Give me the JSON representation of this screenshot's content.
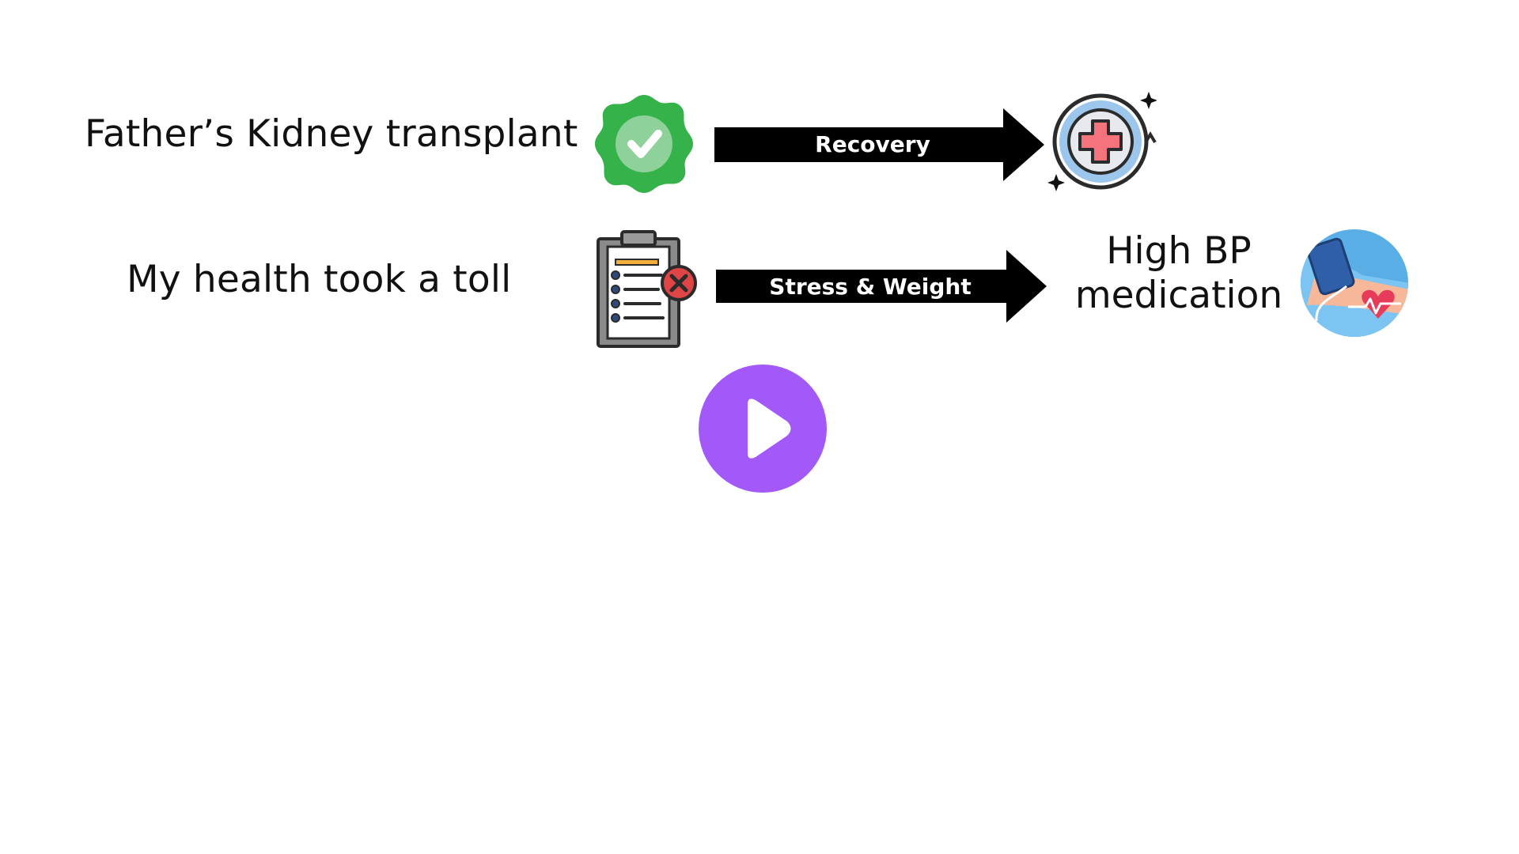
{
  "rows": [
    {
      "label": "Father’s Kidney transplant",
      "arrow_label": "Recovery",
      "outcome_text": ""
    },
    {
      "label": "My health took a toll",
      "arrow_label": "Stress & Weight",
      "outcome_text": "High BP medication"
    }
  ],
  "icons": {
    "row1_start": "check-badge-icon",
    "row1_end": "medical-cross-icon",
    "row2_start": "clipboard-x-icon",
    "row2_end": "blood-pressure-monitor-icon",
    "play": "play-icon"
  },
  "colors": {
    "arrow": "#000000",
    "arrow_text": "#ffffff",
    "check_green": "#35b34a",
    "play_purple": "#a259f7",
    "cross_red": "#e84c5a",
    "bp_blue": "#5aaee6"
  }
}
